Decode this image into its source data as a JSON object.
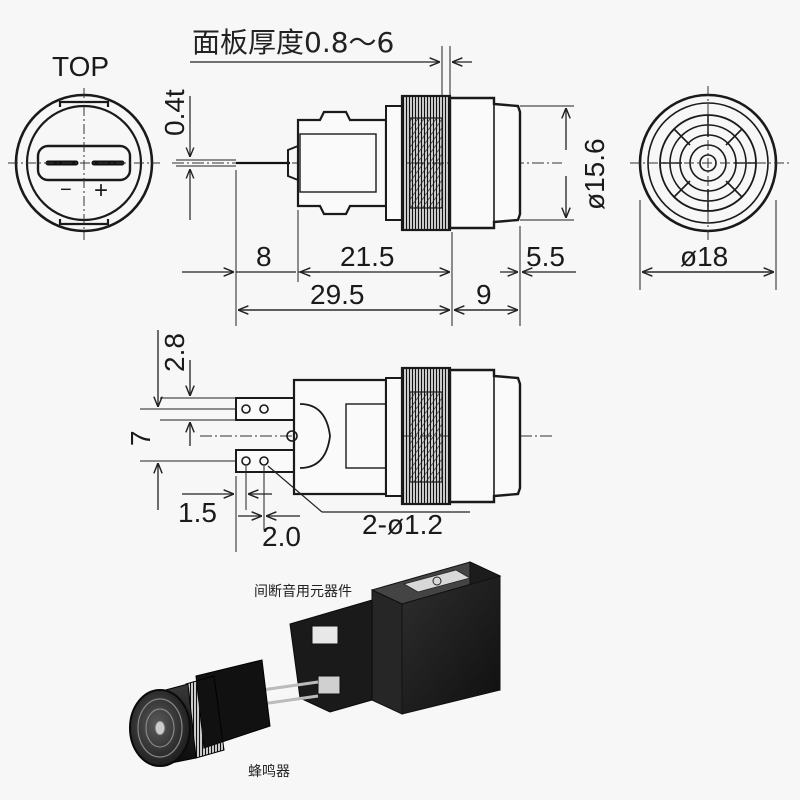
{
  "labels": {
    "top": "TOP",
    "panel_thickness": "面板厚度0.8～6",
    "pin_thickness": "0.4t",
    "dim_8": "8",
    "dim_21_5": "21.5",
    "dim_5_5": "5.5",
    "dim_29_5": "29.5",
    "dim_9": "9",
    "dia_15_6": "ø15.6",
    "dia_18": "ø18",
    "dim_2_8": "2.8",
    "dim_7": "7",
    "dim_1_5": "1.5",
    "dim_2_0": "2.0",
    "holes": "2-ø1.2",
    "minus": "−",
    "plus": "+",
    "photo_interrupter": "间断音用元器件",
    "photo_buzzer": "蜂鸣器"
  }
}
